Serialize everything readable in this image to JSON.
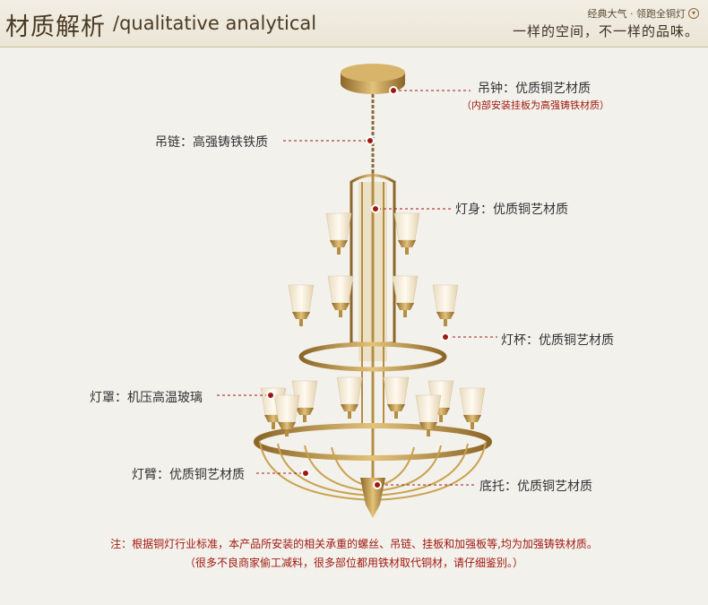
{
  "header": {
    "title_cn": "材质解析",
    "title_en": "/qualitative analytical",
    "slogan_small": "经典大气 · 领跑全铜灯",
    "slogan_icon": "chevron-down-icon",
    "slogan_main": "一样的空间，不一样的品味。"
  },
  "labels": {
    "diaozhong": "吊钟：优质铜艺材质",
    "diaozhong_note": "（内部安装挂板为高强铸铁材质）",
    "dianlian": "吊链：高强铸铁铁质",
    "dengshen": "灯身：优质铜艺材质",
    "dengbei": "灯杯：优质铜艺材质",
    "dengzhao": "灯罩：机压高温玻璃",
    "dengbi": "灯臂：优质铜艺材质",
    "dituo": "底托：优质铜艺材质"
  },
  "notes": {
    "line1": "注：根据铜灯行业标准，本产品所安装的相关承重的螺丝、吊链、挂板和加强板等,均为加强铸铁材质。",
    "line2": "（很多不良商家偷工减料，很多部位都用铁材取代铜材，请仔细鉴别。）"
  },
  "colors": {
    "accent_red": "#a0190f",
    "brass": "#c9a24f",
    "glass": "#f7f0df"
  }
}
